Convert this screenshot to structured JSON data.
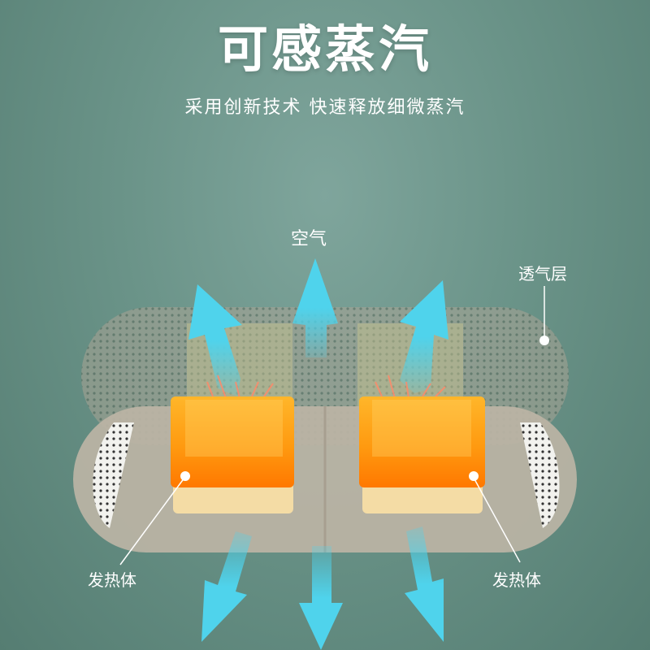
{
  "header": {
    "title": "可感蒸汽",
    "subtitle": "采用创新技术 快速释放细微蒸汽"
  },
  "diagram": {
    "air_label": "空气",
    "breathable_layer_label": "透气层",
    "heater_left_label": "发热体",
    "heater_right_label": "发热体"
  },
  "colors": {
    "background": "#6a9388",
    "arrow": "#4fd3ec",
    "heater_top": "#ffb020",
    "heater_bottom": "#ff7a00",
    "pad_base": "#f3dca6",
    "layer": "#b9b09f"
  }
}
